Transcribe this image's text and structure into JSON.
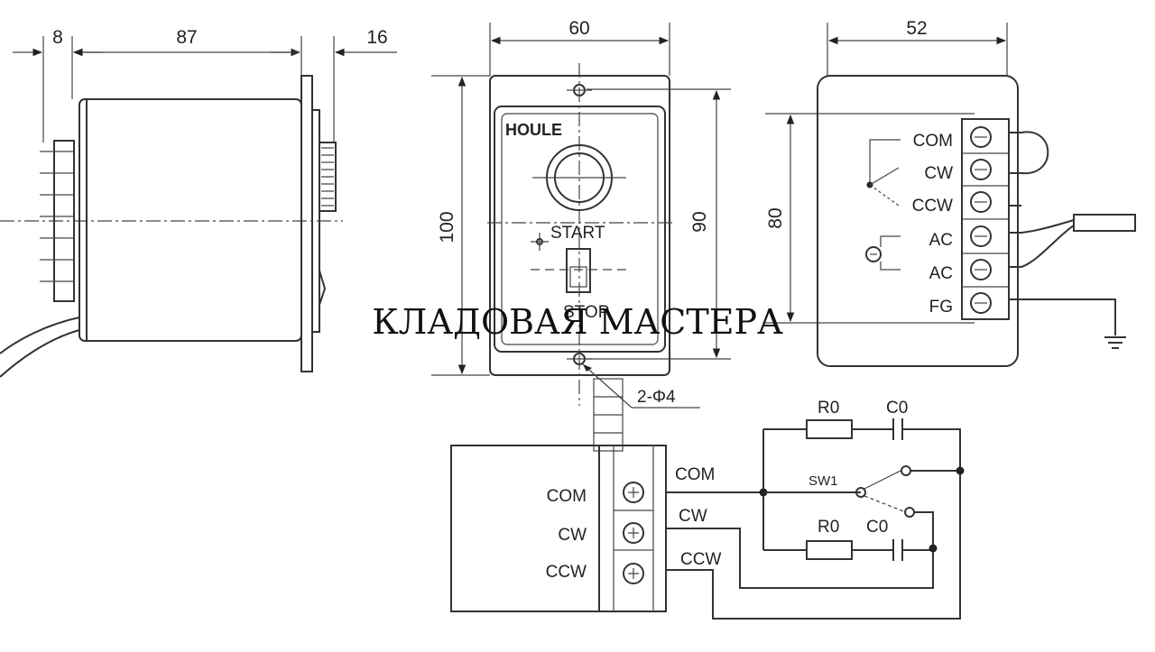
{
  "side_view": {
    "dim_8": "8",
    "dim_87": "87",
    "dim_16": "16"
  },
  "front_view": {
    "dim_width": "60",
    "dim_height": "100",
    "dim_hole_pitch": "90",
    "brand": "HOULE",
    "start_label": "START",
    "stop_label": "STOP",
    "hole_label": "2-Φ4"
  },
  "terminal_view": {
    "dim_width": "52",
    "dim_height": "80",
    "terminals": [
      "COM",
      "CW",
      "CCW",
      "AC",
      "AC",
      "FG"
    ]
  },
  "wiring": {
    "block_labels": [
      "COM",
      "CW",
      "CCW"
    ],
    "wire_labels": [
      "COM",
      "CW",
      "CCW"
    ],
    "r_top": "R0",
    "c_top": "C0",
    "r_bottom": "R0",
    "c_bottom": "C0",
    "switch": "SW1"
  },
  "watermark": "КЛАДОВАЯ МАСТЕРА"
}
